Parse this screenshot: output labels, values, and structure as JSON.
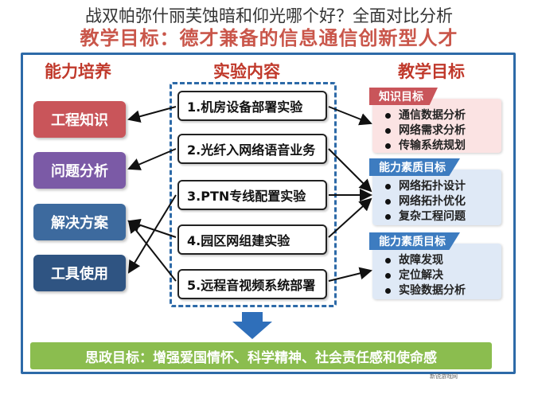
{
  "overlay_title": "战双帕弥什丽芙蚀暗和仰光哪个好？全面对比分析",
  "header_title": "教学目标：德才兼备的信息通信创新型人才",
  "columns": {
    "left": "能力培养",
    "middle": "实验内容",
    "right": "教学目标"
  },
  "abilities": [
    {
      "label": "工程知识",
      "color": "#c9555a"
    },
    {
      "label": "问题分析",
      "color": "#7b5aa6"
    },
    {
      "label": "解决方案",
      "color": "#3d6a9e"
    },
    {
      "label": "工具使用",
      "color": "#2f5482"
    }
  ],
  "experiments": [
    "1.机房设备部署实验",
    "2.光纤入网络语音业务",
    "3.PTN专线配置实验",
    "4.园区网组建实验",
    "5.远程音视频系统部署"
  ],
  "goals": [
    {
      "title": "知识目标",
      "tab_color": "#c9555a",
      "bg": "#fbe3e3",
      "items": [
        "通信数据分析",
        "网络需求分析",
        "传输系统规划"
      ]
    },
    {
      "title": "能力素质目标",
      "tab_color": "#3d7cc0",
      "bg": "#dfe9f6",
      "items": [
        "网络拓扑设计",
        "网络拓扑优化",
        "复杂工程问题"
      ]
    },
    {
      "title": "能力素质目标",
      "tab_color": "#3d7cc0",
      "bg": "#dfe9f6",
      "items": [
        "故障发现",
        "定位解决",
        "实验数据分析"
      ]
    }
  ],
  "bottom_bar": "思政目标：增强爱国情怀、科学精神、社会责任感和使命感",
  "watermark": "新锐游戏网",
  "colors": {
    "frame": "#2d6aa8",
    "header": "#c0392b",
    "bottom": "#8bbd4f",
    "arrow": "#2f6fba"
  }
}
